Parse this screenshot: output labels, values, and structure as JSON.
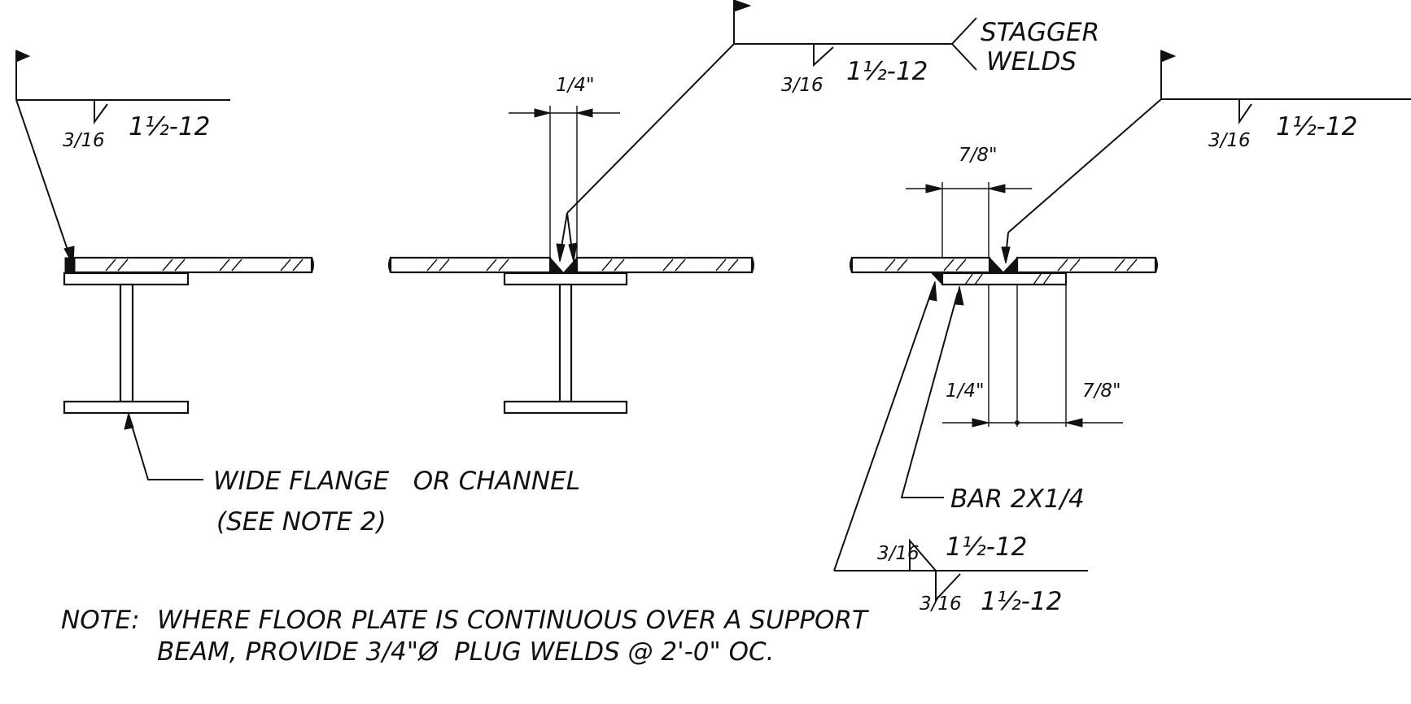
{
  "detail_1": {
    "weld_size": "3/16",
    "weld_spec": "1½-12"
  },
  "detail_2": {
    "dim_gap": "1/4\"",
    "weld_size": "3/16",
    "weld_spec": "1½-12",
    "tail_note_line1": "STAGGER",
    "tail_note_line2": "WELDS"
  },
  "detail_3": {
    "weld_size": "3/16",
    "weld_spec": "1½-12",
    "dim_top": "7/8\"",
    "dim_left": "1/4\"",
    "dim_right": "7/8\"",
    "bar_label": "BAR 2X1/4",
    "bottom_weld_top_size": "3/16",
    "bottom_weld_top_spec": "1½-12",
    "bottom_weld_bottom_size": "3/16",
    "bottom_weld_bottom_spec": "1½-12"
  },
  "beam_callout": {
    "line1": "WIDE FLANGE   OR CHANNEL",
    "line2": "(SEE NOTE 2)"
  },
  "note": {
    "prefix": "NOTE:",
    "line1": "WHERE FLOOR PLATE IS CONTINUOUS OVER A SUPPORT",
    "line2": "BEAM, PROVIDE 3/4\"Ø  PLUG WELDS @ 2'-0\" OC."
  }
}
